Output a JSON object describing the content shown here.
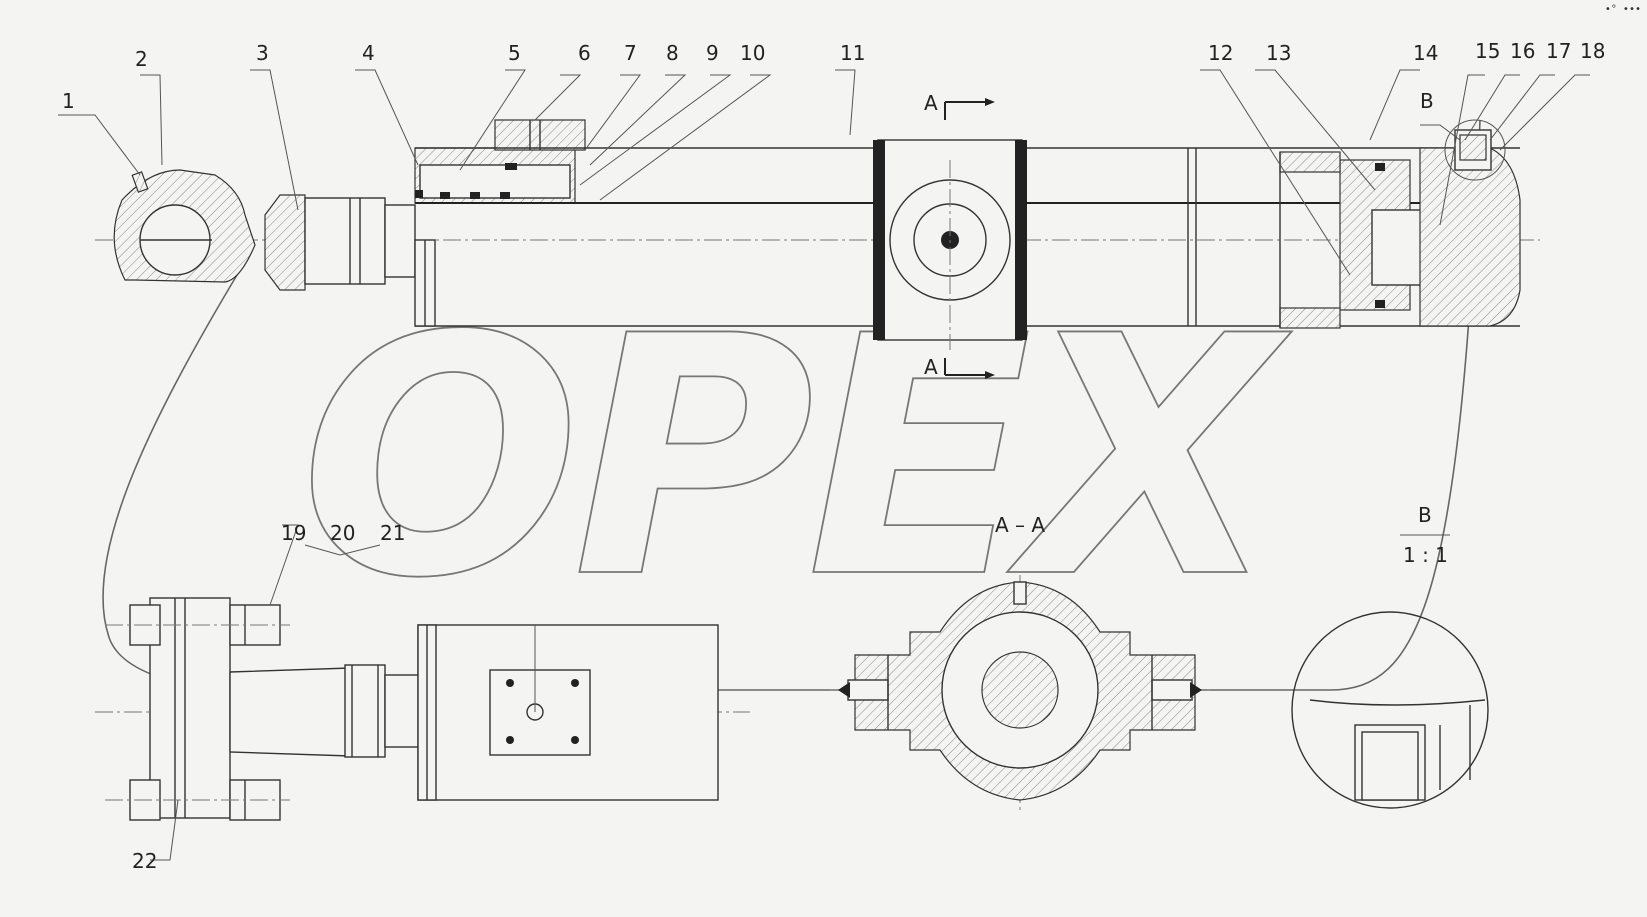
{
  "drawing": {
    "watermark": "OPEX",
    "corner_mark": "•° •••",
    "part_numbers": [
      "1",
      "2",
      "3",
      "4",
      "5",
      "6",
      "7",
      "8",
      "9",
      "10",
      "11",
      "12",
      "13",
      "14",
      "15",
      "16",
      "17",
      "18",
      "19",
      "20",
      "21",
      "22"
    ],
    "section_marks": {
      "a_top": "A",
      "a_bottom": "A",
      "b_top": "B",
      "section_aa": "A – A",
      "detail_b": "B",
      "detail_scale": "1 : 1"
    }
  }
}
